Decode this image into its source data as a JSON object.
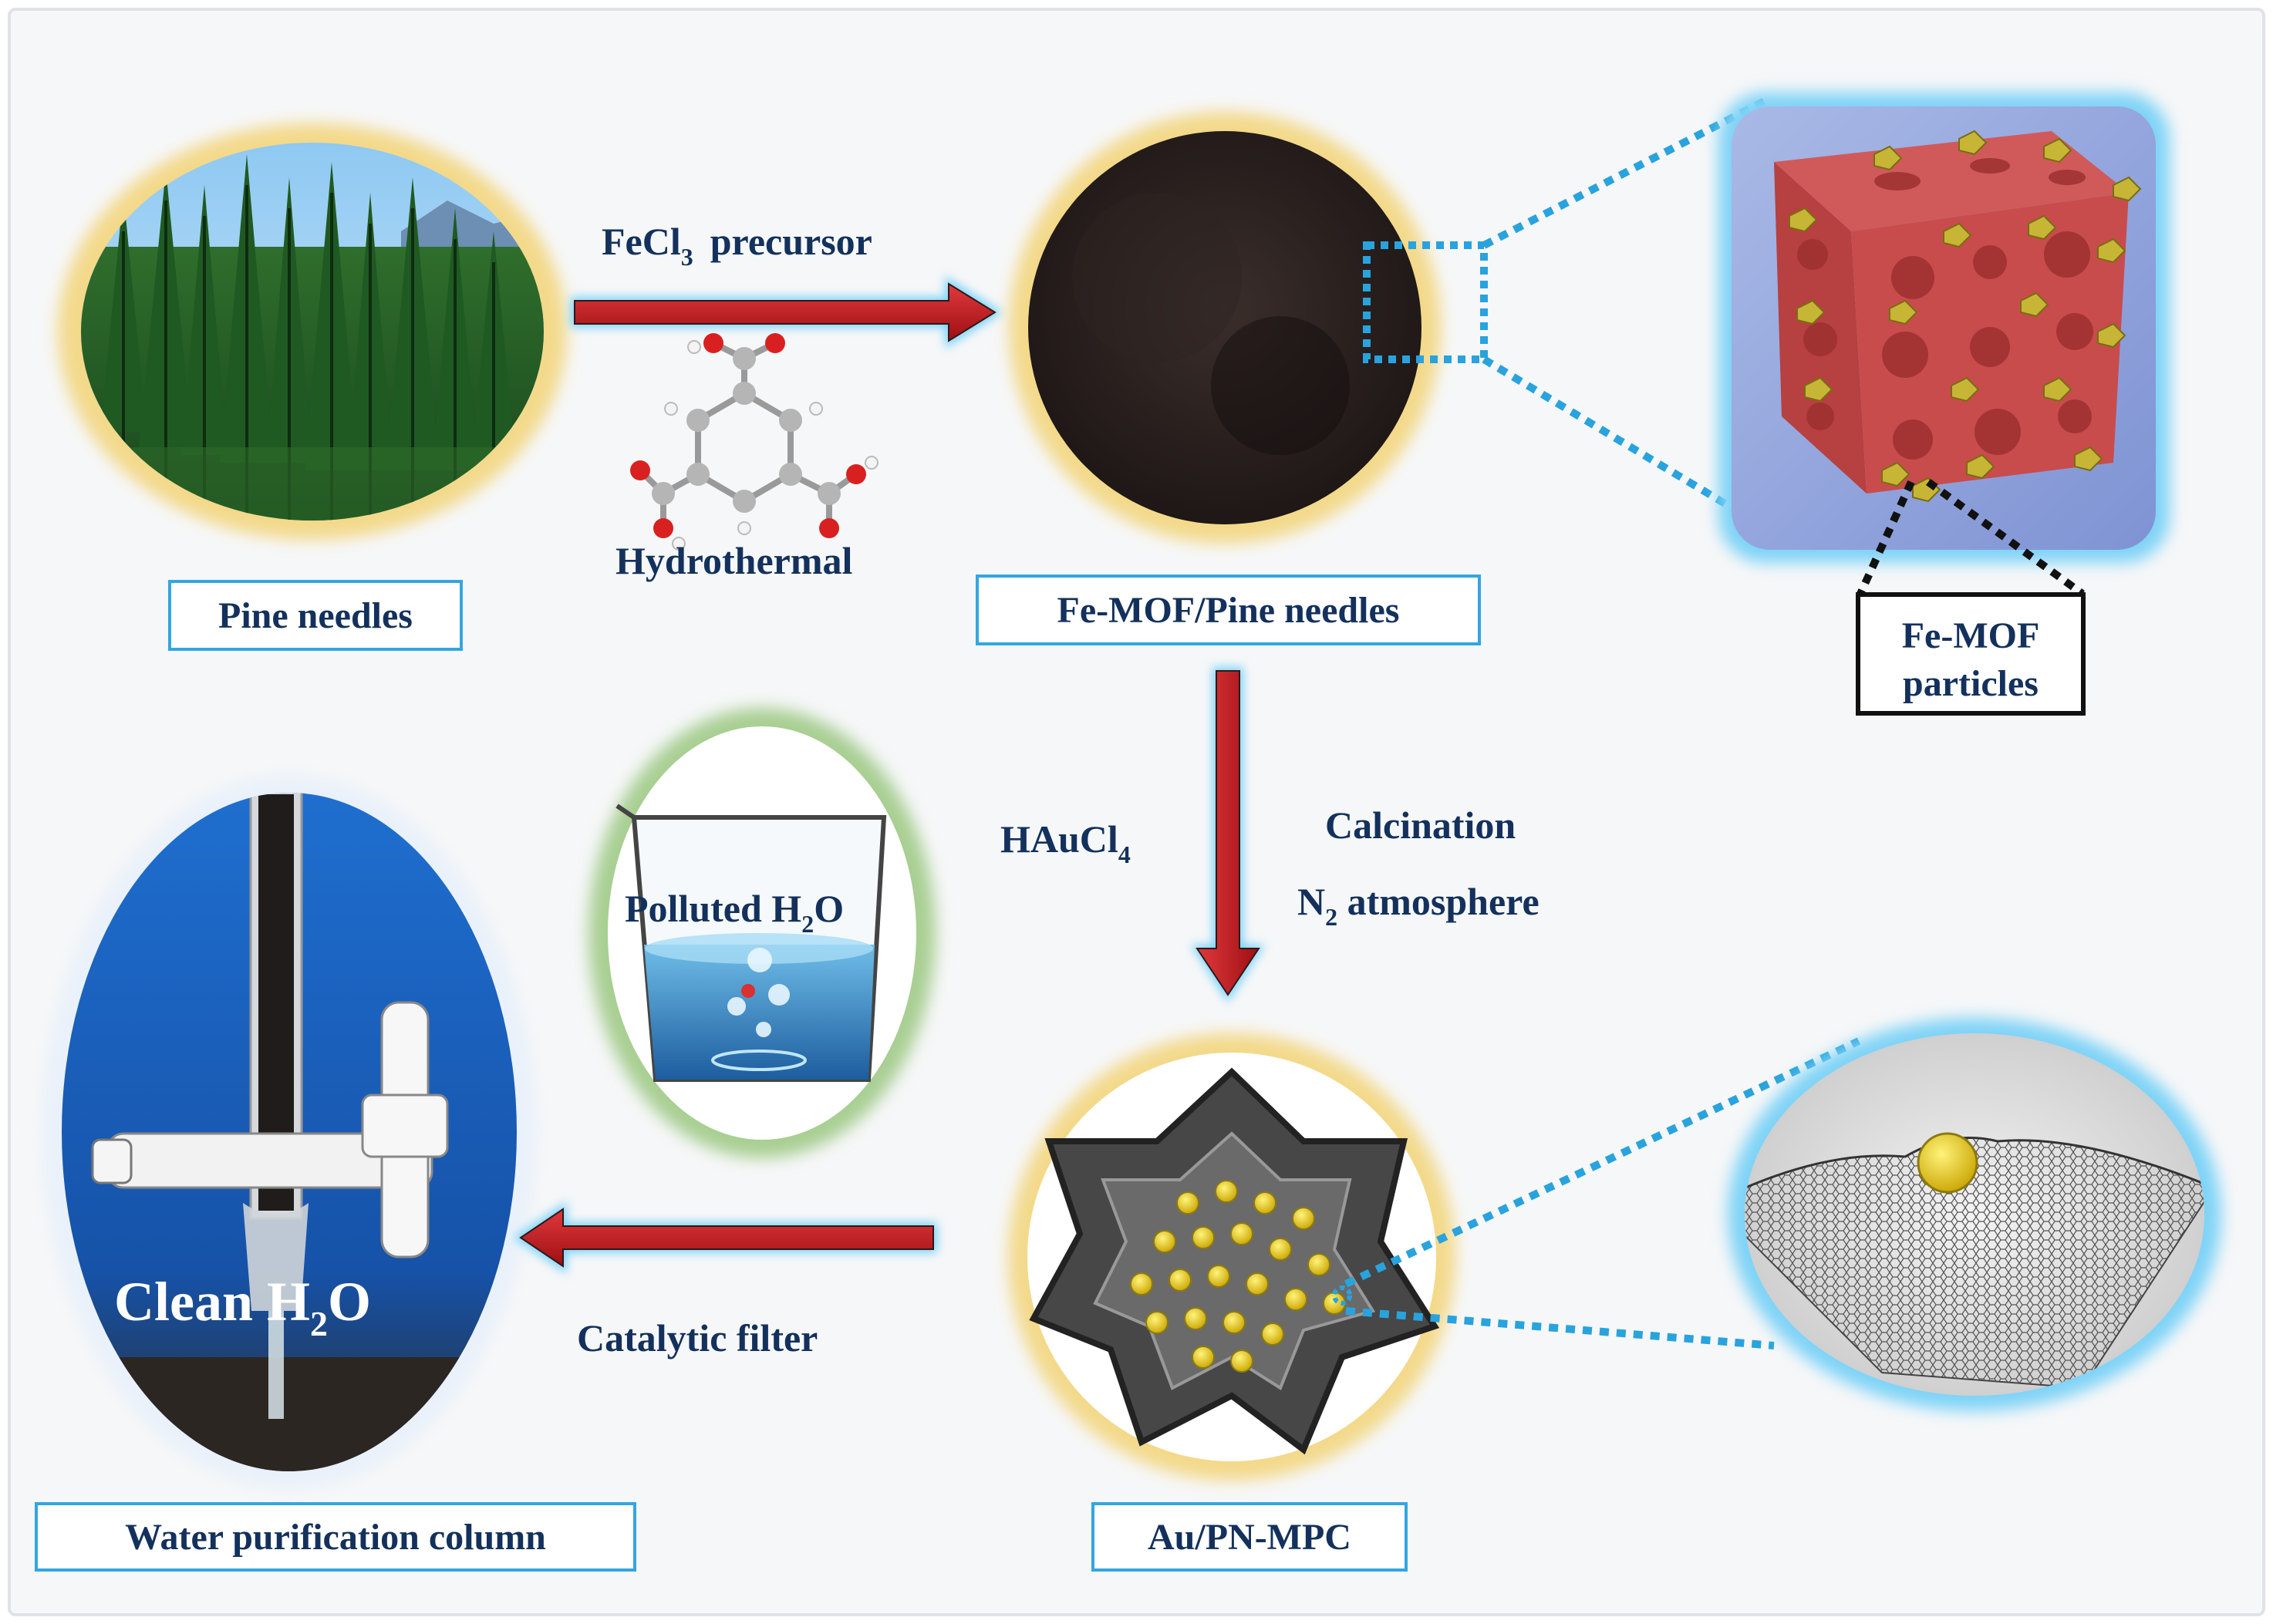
{
  "nodes": {
    "pine_needles": "Pine needles",
    "fe_mof_pine": "Fe-MOF/Pine needles",
    "fe_mof_particles_line1": "Fe-MOF",
    "fe_mof_particles_line2": "particles",
    "water_column": "Water purification column",
    "au_pn_mpc": "Au/PN-MPC"
  },
  "steps": {
    "fecl3_main": "FeCl",
    "fecl3_sub": "3",
    "fecl3_rest": "precursor",
    "hydrothermal": "Hydrothermal",
    "haucl4_main": "HAuCl",
    "haucl4_sub": "4",
    "calcination": "Calcination",
    "n2_main": "N",
    "n2_sub": "2",
    "n2_rest": " atmosphere",
    "catalytic_filter": "Catalytic filter"
  },
  "polluted": {
    "main": "Polluted H",
    "sub": "2",
    "rest": "O"
  },
  "clean": {
    "main": "Clean H",
    "sub": "2",
    "rest": "O"
  },
  "colors": {
    "label_text": "#13315c",
    "box_border": "#33a6e0",
    "arrow_fill": "#c0171c",
    "arrow_glow": "#7fd3f7",
    "dotted_blue": "#29a3dd",
    "dotted_black": "#111111",
    "yellow_halo": "#f3d98a",
    "green_halo": "#a9cf93"
  }
}
